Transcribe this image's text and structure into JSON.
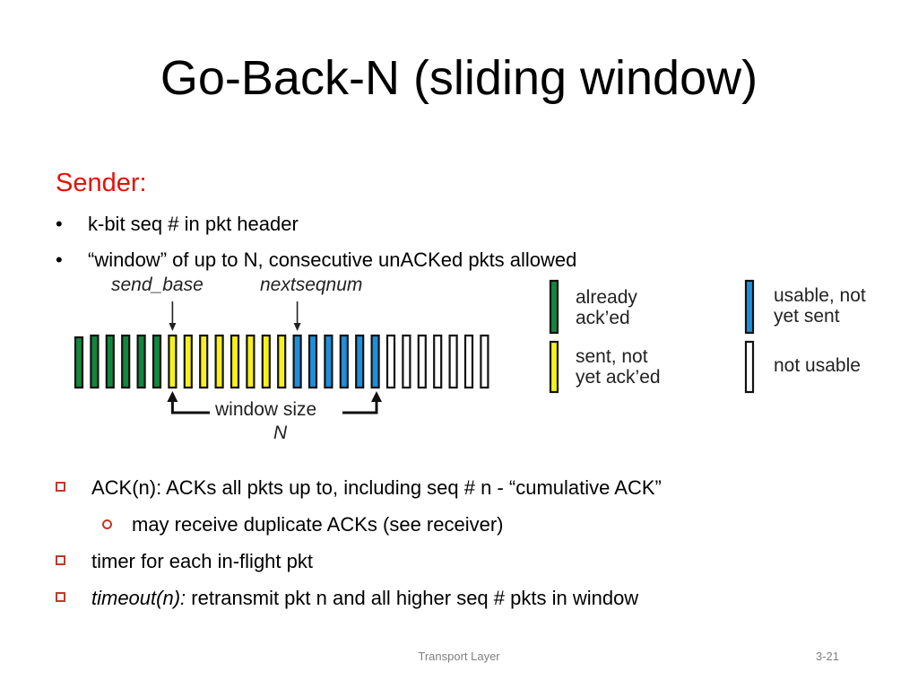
{
  "title": "Go-Back-N (sliding window)",
  "sender_heading": "Sender:",
  "top_bullets": [
    {
      "marker": "•",
      "text": "k-bit seq # in pkt header"
    },
    {
      "marker": "•",
      "text": "“window” of up to N, consecutive unACKed pkts allowed"
    }
  ],
  "diagram": {
    "send_base_label": "send_base",
    "nextseqnum_label": "nextseqnum",
    "window_size_label": "window size",
    "window_n_label": "N",
    "packets": [
      "green",
      "green",
      "green",
      "green",
      "green",
      "green",
      "yellow",
      "yellow",
      "yellow",
      "yellow",
      "yellow",
      "yellow",
      "yellow",
      "yellow",
      "blue",
      "blue",
      "blue",
      "blue",
      "blue",
      "blue",
      "white",
      "white",
      "white",
      "white",
      "white",
      "white",
      "white"
    ],
    "legend": [
      {
        "label_line1": "already",
        "label_line2": "ack’ed",
        "color": "#13873e"
      },
      {
        "label_line1": "sent, not",
        "label_line2": "yet ack’ed",
        "color": "#f6f11d"
      },
      {
        "label_line1": "usable, not",
        "label_line2": "yet sent",
        "color": "#1e8fdb"
      },
      {
        "label_line1": "not usable",
        "label_line2": "",
        "color": "#ffffff"
      }
    ],
    "colors": {
      "green": "#13873e",
      "yellow": "#f6f11d",
      "blue": "#1e8fdb",
      "white": "#ffffff",
      "outline": "#111111"
    }
  },
  "lower_bullets": [
    {
      "text": "ACK(n): ACKs all pkts up to, including seq # n - “cumulative ACK”"
    },
    {
      "sub_text": "may receive duplicate ACKs (see receiver)"
    },
    {
      "text": "timer for each in-flight pkt"
    },
    {
      "italic": "timeout(n):",
      "text": " retransmit pkt n and all higher seq # pkts in window"
    }
  ],
  "footer": {
    "center": "Transport Layer",
    "page": "3-21"
  }
}
